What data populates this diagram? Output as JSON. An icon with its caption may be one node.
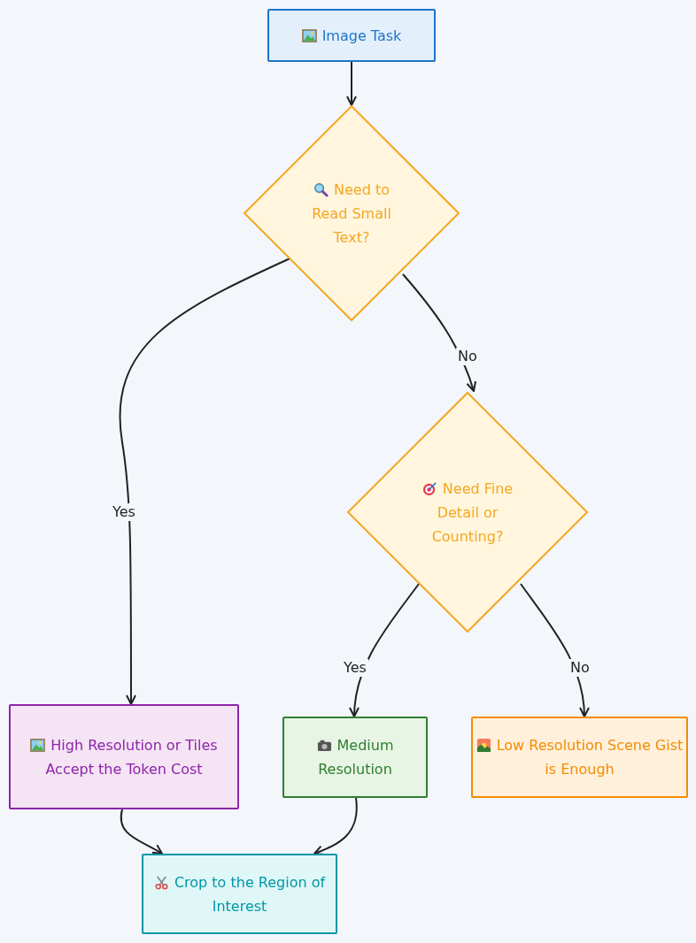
{
  "diagram": {
    "nodes": [
      {
        "text": [
          "Image Task"
        ]
      },
      {
        "text": [
          "Need to Read Small Text?"
        ]
      },
      {
        "text": [
          "Need Fine Detail or Counting?"
        ]
      },
      {
        "text": [
          "High Resolution or Tiles Accept the Token Cost"
        ]
      },
      {
        "text": [
          "Medium Resolution"
        ]
      },
      {
        "text": [
          "Low Resolution Scene Gist is Enough"
        ]
      },
      {
        "text": [
          "Crop to the Region of Interest"
        ]
      }
    ],
    "edges": [
      {
        "from": 0,
        "to": 1,
        "arrow": "to"
      },
      {
        "from": 1,
        "to": 3,
        "arrow": "to",
        "label": "Yes"
      },
      {
        "from": 1,
        "to": 2,
        "arrow": "to",
        "label": "No"
      },
      {
        "from": 2,
        "to": 4,
        "arrow": "to",
        "label": "Yes"
      },
      {
        "from": 2,
        "to": 5,
        "arrow": "to",
        "label": "No"
      },
      {
        "from": 3,
        "to": 6,
        "arrow": "to"
      },
      {
        "from": 4,
        "to": 6,
        "arrow": "to"
      }
    ]
  }
}
